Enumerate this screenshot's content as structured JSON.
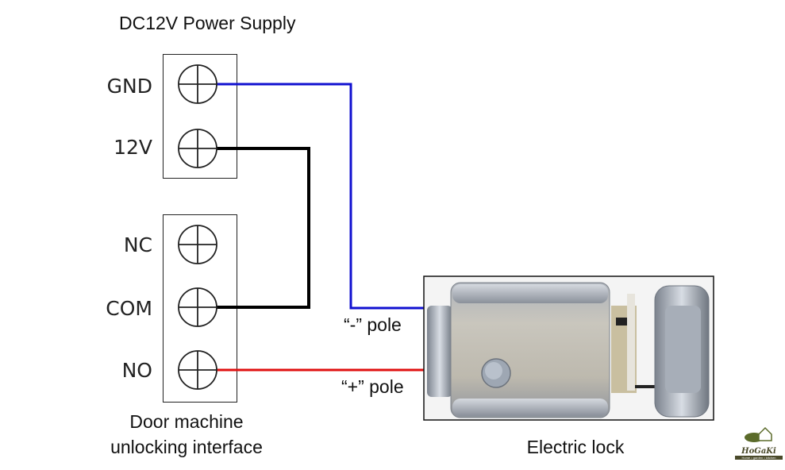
{
  "diagram": {
    "power_supply": {
      "title": "DC12V Power Supply",
      "terminals": [
        {
          "label": "GND"
        },
        {
          "label": "12V"
        }
      ]
    },
    "door_machine": {
      "terminals": [
        {
          "label": "NC"
        },
        {
          "label": "COM"
        },
        {
          "label": "NO"
        }
      ],
      "caption_line1": "Door machine",
      "caption_line2": "unlocking interface"
    },
    "electric_lock": {
      "caption": "Electric lock",
      "minus_pole": "“-”  pole",
      "plus_pole": "“+”  pole"
    },
    "wires": [
      {
        "from": "GND",
        "to": "minus pole",
        "color": "#1010d0"
      },
      {
        "from": "12V",
        "to": "COM",
        "color": "#000000"
      },
      {
        "from": "NO",
        "to": "plus pole",
        "color": "#e01010"
      }
    ],
    "logo": {
      "name": "HoGaKi",
      "tagline": "Home • garden • kitchen"
    }
  }
}
